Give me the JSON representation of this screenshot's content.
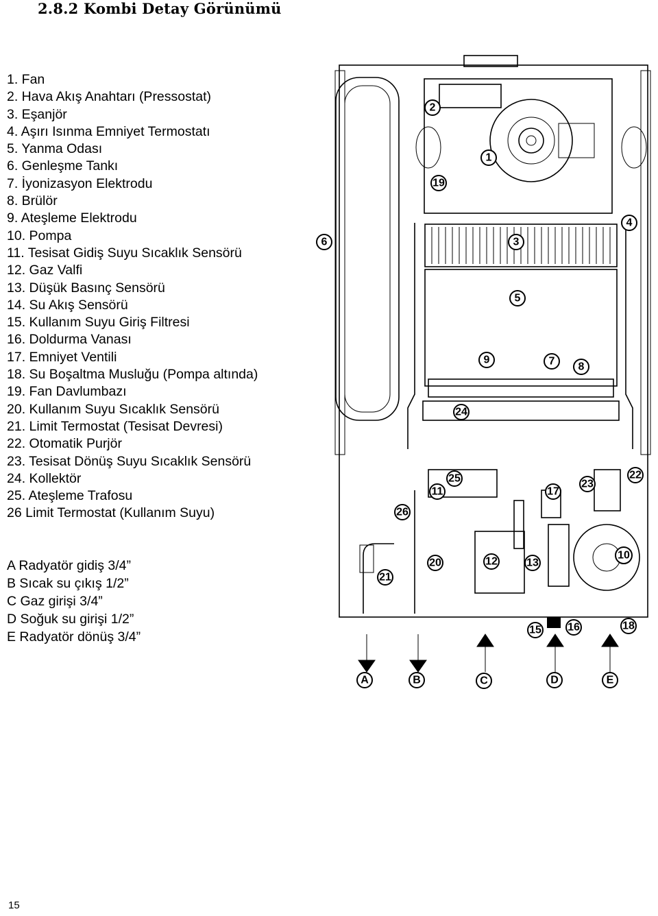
{
  "heading": "2.8.2  Kombi Detay Görünümü",
  "parts": [
    "1.  Fan",
    "2.  Hava Akış Anahtarı (Pressostat)",
    "3.  Eşanjör",
    "4.  Aşırı Isınma Emniyet Termostatı",
    "5.  Yanma Odası",
    "6.  Genleşme Tankı",
    "7.  İyonizasyon Elektrodu",
    "8.  Brülör",
    "9.  Ateşleme Elektrodu",
    "10. Pompa",
    "11. Tesisat Gidiş Suyu Sıcaklık Sensörü",
    "12. Gaz Valfi",
    "13. Düşük Basınç Sensörü",
    "14. Su Akış Sensörü",
    "15. Kullanım Suyu Giriş Filtresi",
    "16. Doldurma Vanası",
    "17. Emniyet Ventili",
    "18. Su Boşaltma Musluğu (Pompa altında)",
    "19. Fan Davlumbazı",
    "20. Kullanım Suyu Sıcaklık Sensörü",
    "21. Limit Termostat (Tesisat Devresi)",
    "22. Otomatik Purjör",
    "23. Tesisat Dönüş Suyu Sıcaklık Sensörü",
    "24. Kollektör",
    "25. Ateşleme Trafosu",
    "26 Limit Termostat (Kullanım Suyu)"
  ],
  "connections": [
    "A Radyatör gidiş 3/4”",
    "B Sıcak su çıkış 1/2”",
    "C Gaz girişi 3/4”",
    "D Soğuk su girişi 1/2”",
    "E Radyatör dönüş 3/4”"
  ],
  "diagram": {
    "callouts": [
      "1",
      "2",
      "3",
      "4",
      "5",
      "6",
      "7",
      "8",
      "9",
      "10",
      "11",
      "12",
      "13",
      "15",
      "16",
      "17",
      "18",
      "19",
      "20",
      "21",
      "22",
      "23",
      "24",
      "25",
      "26"
    ],
    "connection_letters": [
      "A",
      "B",
      "C",
      "D",
      "E"
    ]
  },
  "page_number": "15"
}
